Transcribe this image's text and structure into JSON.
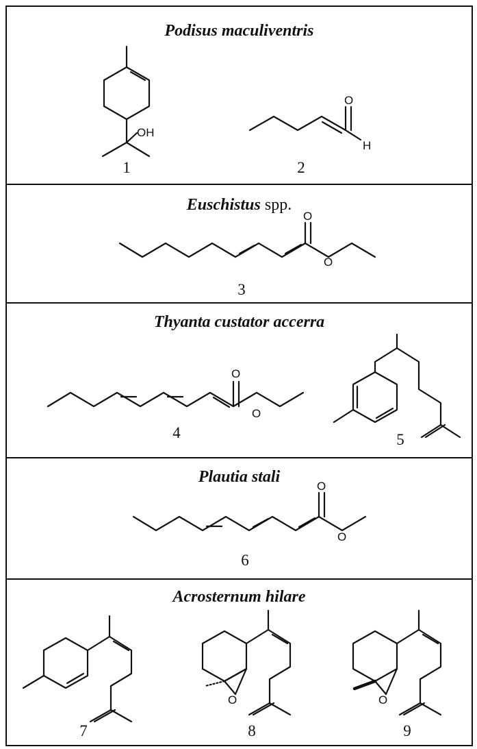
{
  "panels": [
    {
      "title": "Podisus maculiventris",
      "compounds": [
        "1",
        "2"
      ]
    },
    {
      "title_italic": "Euschistus",
      "title_plain": " spp.",
      "compounds": [
        "3"
      ]
    },
    {
      "title": "Thyanta custator accerra",
      "compounds": [
        "4",
        "5"
      ]
    },
    {
      "title": "Plautia stali",
      "compounds": [
        "6"
      ]
    },
    {
      "title": "Acrosternum hilare",
      "compounds": [
        "7",
        "8",
        "9"
      ]
    }
  ],
  "atoms": {
    "oh": "OH",
    "o": "O",
    "h": "H"
  }
}
